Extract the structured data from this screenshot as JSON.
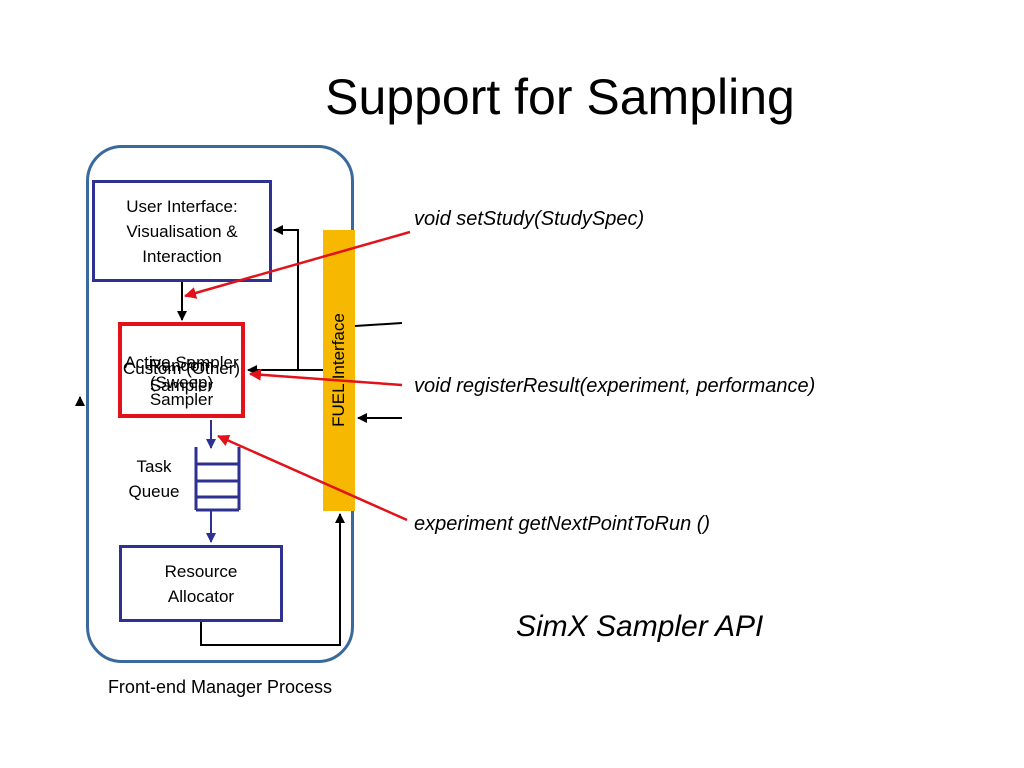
{
  "slide": {
    "title": "Support for Sampling"
  },
  "process": {
    "caption": "Front-end Manager Process",
    "ui_box": [
      "User Interface:",
      "Visualisation &",
      "Interaction"
    ],
    "sampler_box": {
      "overlapping_labels": [
        "Active Sampler",
        "Random (Sweep) Sampler",
        "Custom (Other) Sampler"
      ]
    },
    "task_queue_label": [
      "Task",
      "Queue"
    ],
    "resource_allocator": [
      "Resource",
      "Allocator"
    ]
  },
  "fuel": {
    "label": "FUEL Interface"
  },
  "api": {
    "set_study": "void setStudy(StudySpec)",
    "register_result": "void registerResult(experiment, performance)",
    "get_next": "experiment getNextPointToRun ()",
    "caption": "SimX Sampler API"
  },
  "colors": {
    "process_border": "#3a6a9c",
    "box_border": "#2e3192",
    "sampler_border": "#e3111a",
    "fuel_bar": "#f6b800",
    "api_arrow": "#e3111a"
  }
}
